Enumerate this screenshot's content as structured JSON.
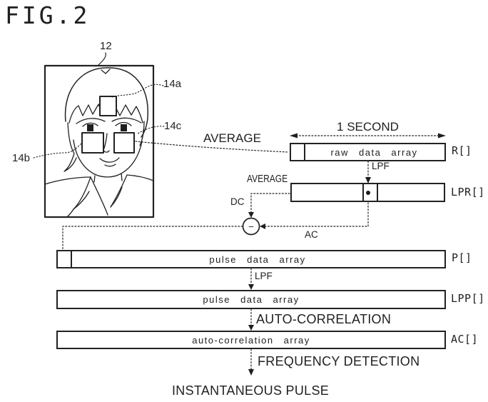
{
  "figure": {
    "title": "FIG.2",
    "output_caption": "INSTANTANEOUS PULSE"
  },
  "colors": {
    "ink": "#1f1f1f",
    "background": "#ffffff"
  },
  "face_panel": {
    "frame_ref": "12",
    "forehead_roi_ref": "14a",
    "cheek_right_roi_ref": "14c",
    "cheek_left_roi_ref": "14b",
    "average_label": "AVERAGE"
  },
  "pipeline": {
    "window_label": "1 SECOND",
    "raw_array": {
      "text": "raw data array",
      "tag": "R[]"
    },
    "lpf_label_1": "LPF",
    "lpr_array": {
      "tag": "LPR[]"
    },
    "average_label": "AVERAGE",
    "dc_label": "DC",
    "ac_label": "AC",
    "subtract_symbol": "−",
    "pulse_array": {
      "text": "pulse data array",
      "tag": "P[]"
    },
    "lpf_label_2": "LPF",
    "lpp_array": {
      "text": "pulse data array",
      "tag": "LPP[]"
    },
    "auto_correlation_label": "AUTO-CORRELATION",
    "ac_array": {
      "text": "auto-correlation array",
      "tag": "AC[]"
    },
    "frequency_detection_label": "FREQUENCY DETECTION"
  }
}
